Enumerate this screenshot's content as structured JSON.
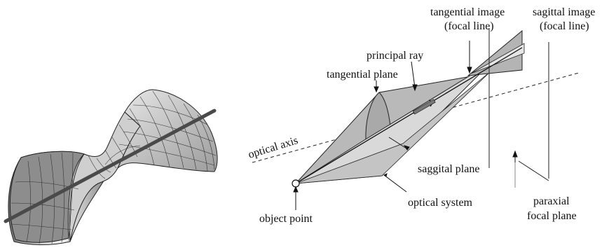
{
  "labels": {
    "tangential_image_line1": "tangential image",
    "tangential_image_line2": "(focal line)",
    "sagittal_image_line1": "sagittal image",
    "sagittal_image_line2": "(focal line)",
    "principal_ray": "principal ray",
    "tangential_plane": "tangential plane",
    "optical_axis": "optical axis",
    "saggital_plane": "saggital plane",
    "optical_system": "optical system",
    "paraxial_focal_plane_line1": "paraxial",
    "paraxial_focal_plane_line2": "focal plane",
    "object_point": "object point"
  },
  "colors": {
    "cone_gray": "#b9b9b9",
    "cone_light": "#d9d9d9",
    "cone_dark": "#9a9a9a",
    "axis_bar": "#4a4a4a",
    "line": "#222222"
  }
}
